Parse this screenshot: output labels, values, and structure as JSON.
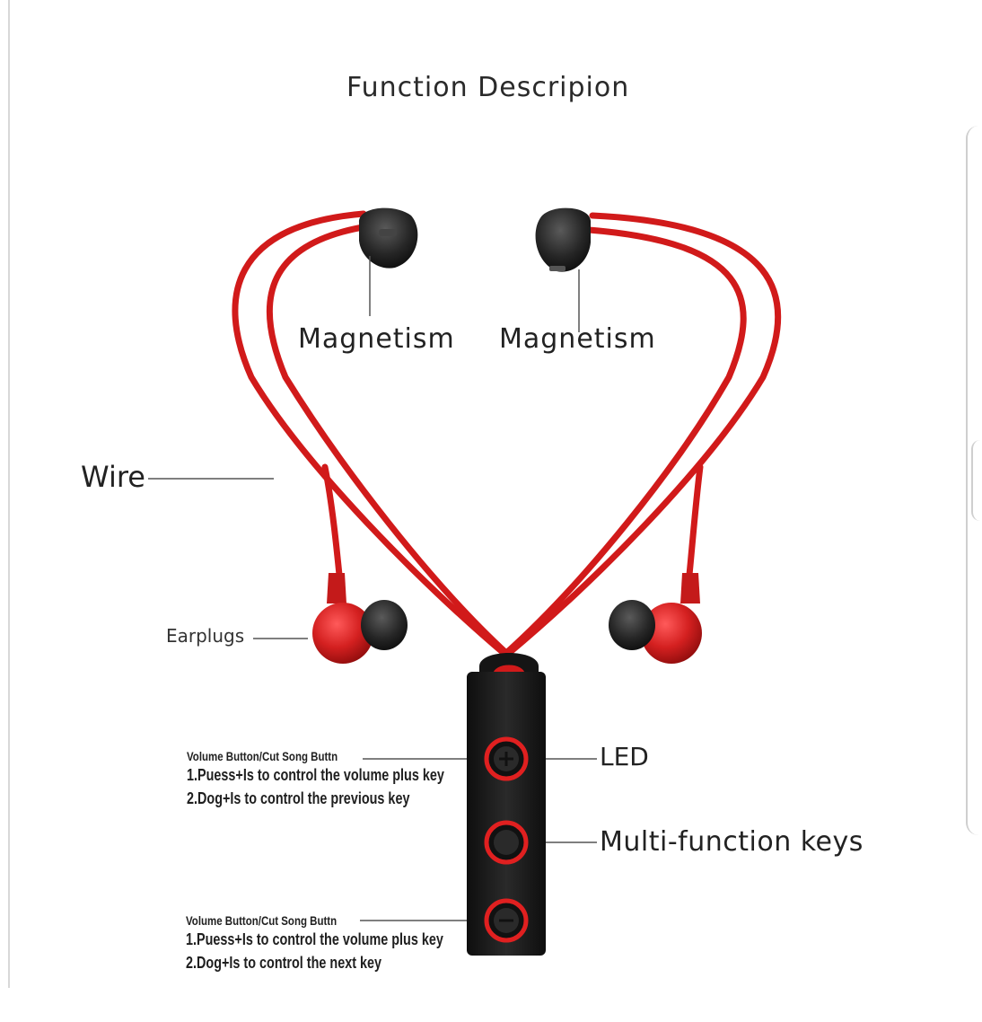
{
  "title": "Function Descripion",
  "labels": {
    "magnetism_left": "Magnetism",
    "magnetism_right": "Magnetism",
    "wire": "Wire",
    "earplugs": "Earplugs",
    "led": "LED",
    "multi_function_keys": "Multi-function keys"
  },
  "notes": {
    "top": {
      "heading": "Volume Button/Cut Song Buttn",
      "line1": "1.Puess+Is to control the volume plus key",
      "line2": "2.Dog+Is to control the previous key"
    },
    "bottom": {
      "heading": "Volume Button/Cut Song Buttn",
      "line1": "1.Puess+Is to control the volume plus key",
      "line2": "2.Dog+Is to control the next key"
    }
  },
  "colors": {
    "wire": "#d11a1a",
    "earbud_red": "#cc1f1f",
    "black": "#1a1a1a",
    "button_ring": "#e02020"
  },
  "icons": [
    "magnet-tip-icon",
    "earbud-icon",
    "remote-control-icon",
    "plus-button-icon",
    "multi-function-button-icon",
    "minus-button-icon"
  ]
}
